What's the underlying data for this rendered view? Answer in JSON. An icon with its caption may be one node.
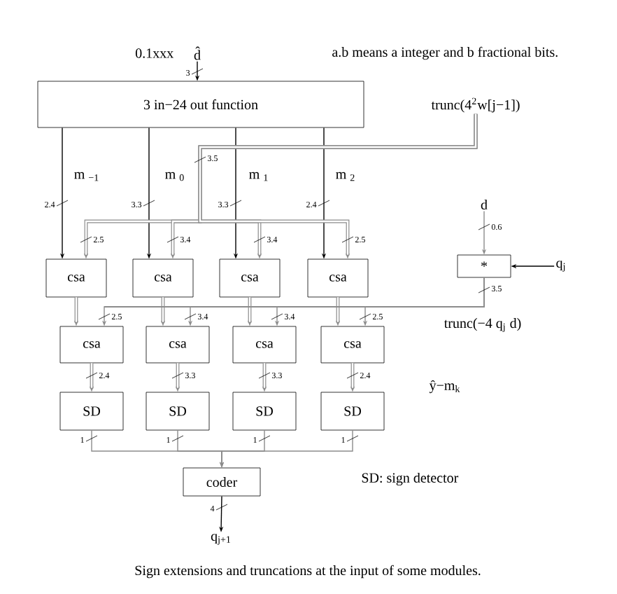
{
  "diagram": {
    "caption": "Sign extensions and truncations at the input of some modules.",
    "nodes": [
      {
        "text": [
          "d̂"
        ],
        "beside": [
          "0.1xxx"
        ]
      },
      {
        "text": [
          "3 in−24 out function"
        ]
      },
      {
        "text": [
          "trunc(4$^{2}$w[j−1])"
        ]
      },
      {
        "text": [
          "csa"
        ]
      },
      {
        "text": [
          "csa"
        ]
      },
      {
        "text": [
          "csa"
        ]
      },
      {
        "text": [
          "csa"
        ]
      },
      {
        "text": [
          "d"
        ]
      },
      {
        "text": [
          "*"
        ]
      },
      {
        "text": [
          "q$_{j}$"
        ]
      },
      {
        "text": [
          "csa"
        ]
      },
      {
        "text": [
          "csa"
        ]
      },
      {
        "text": [
          "csa"
        ]
      },
      {
        "text": [
          "csa"
        ]
      },
      {
        "text": [
          "SD"
        ]
      },
      {
        "text": [
          "SD"
        ]
      },
      {
        "text": [
          "SD"
        ]
      },
      {
        "text": [
          "SD"
        ]
      },
      {
        "text": [
          "coder"
        ]
      },
      {
        "text": [
          "q$_{j+1}$"
        ]
      }
    ],
    "edges": [
      {
        "from": 0,
        "to": 1,
        "arrow": "to",
        "label": "3",
        "color": "#000000"
      },
      {
        "from": 1,
        "to": 3,
        "arrow": "to",
        "label": "2.4",
        "color": "#000000"
      },
      {
        "from": 1,
        "to": 4,
        "arrow": "to",
        "label": "3.3",
        "color": "#000000"
      },
      {
        "from": 1,
        "to": 5,
        "arrow": "to",
        "label": "3.3",
        "color": "#000000"
      },
      {
        "from": 1,
        "to": 6,
        "arrow": "to",
        "label": "2.4",
        "color": "#000000"
      },
      {
        "from": 2,
        "to": 3,
        "arrow": "to",
        "label": "2.5",
        "style": "thick"
      },
      {
        "from": 2,
        "to": 4,
        "arrow": "to",
        "label": "3.4",
        "style": "thick"
      },
      {
        "from": 2,
        "to": 5,
        "arrow": "to",
        "label": "3.4",
        "style": "thick"
      },
      {
        "from": 2,
        "to": 6,
        "arrow": "to",
        "label": "2.5",
        "style": "thick"
      },
      {
        "from": 7,
        "to": 8,
        "arrow": "to",
        "label": "0.6"
      },
      {
        "from": 9,
        "to": 8,
        "arrow": "to",
        "color": "#000000"
      },
      {
        "from": 3,
        "to": 10,
        "arrow": "to",
        "style": "thick"
      },
      {
        "from": 4,
        "to": 11,
        "arrow": "to",
        "style": "thick"
      },
      {
        "from": 5,
        "to": 12,
        "arrow": "to",
        "style": "thick"
      },
      {
        "from": 6,
        "to": 13,
        "arrow": "to",
        "style": "thick"
      },
      {
        "from": 8,
        "to": 10,
        "arrow": "to",
        "label": "2.5"
      },
      {
        "from": 8,
        "to": 11,
        "arrow": "to",
        "label": "3.4"
      },
      {
        "from": 8,
        "to": 12,
        "arrow": "to",
        "label": "3.4"
      },
      {
        "from": 8,
        "to": 13,
        "arrow": "to",
        "label": "2.5"
      },
      {
        "from": 10,
        "to": 14,
        "arrow": "to",
        "label": "2.4",
        "style": "thick"
      },
      {
        "from": 11,
        "to": 15,
        "arrow": "to",
        "label": "3.3",
        "style": "thick"
      },
      {
        "from": 12,
        "to": 16,
        "arrow": "to",
        "label": "3.3",
        "style": "thick"
      },
      {
        "from": 13,
        "to": 17,
        "arrow": "to",
        "label": "2.4",
        "style": "thick"
      },
      {
        "from": 14,
        "to": 18,
        "arrow": "to",
        "label": "1"
      },
      {
        "from": 15,
        "to": 18,
        "arrow": "to",
        "label": "1"
      },
      {
        "from": 16,
        "to": 18,
        "arrow": "to",
        "label": "1"
      },
      {
        "from": 17,
        "to": 18,
        "arrow": "to",
        "label": "1"
      },
      {
        "from": 18,
        "to": 19,
        "arrow": "to",
        "label": "4",
        "color": "#000000"
      }
    ],
    "labels": [
      "a.b means a integer and b fractional bits.",
      "m $_{−1}$",
      "m $_{0}$",
      "m $_{1}$",
      "m $_{2}$",
      "3.5",
      "3.5",
      "trunc(−4 q$_{j}$ d)",
      "ŷ−m$_{k}$",
      "SD: sign detector"
    ]
  }
}
